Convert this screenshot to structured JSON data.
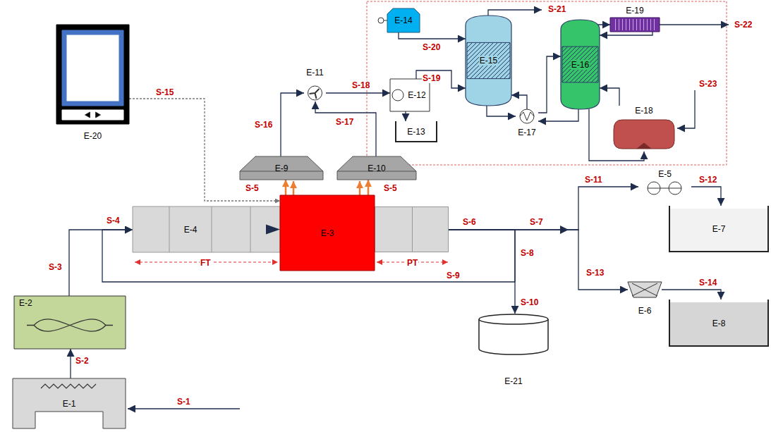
{
  "diagram": {
    "nodes": [
      {
        "text": [
          "E-20"
        ]
      },
      {
        "text": [
          "E-9"
        ]
      },
      {
        "text": [
          "E-10"
        ]
      },
      {
        "text": [
          "E-11"
        ]
      },
      {
        "text": [
          "E-12"
        ]
      },
      {
        "text": [
          "E-13"
        ]
      },
      {
        "text": [
          "E-14"
        ]
      },
      {
        "text": [
          "E-15"
        ]
      },
      {
        "text": [
          "E-17"
        ]
      },
      {
        "text": [
          "E-16"
        ]
      },
      {
        "text": [
          "E-19"
        ]
      },
      {
        "text": [
          "E-18"
        ]
      },
      {
        "text": [
          "E-5"
        ]
      },
      {
        "text": [
          "E-7"
        ]
      },
      {
        "text": [
          "E-4"
        ]
      },
      {
        "text": [
          "E-3"
        ]
      },
      {
        "text": [
          "E-21"
        ]
      },
      {
        "text": [
          "E-6"
        ]
      },
      {
        "text": [
          "E-8"
        ]
      },
      {
        "text": [
          "E-2"
        ]
      },
      {
        "text": [
          "E-1"
        ]
      }
    ],
    "edges": [
      {
        "from": 20,
        "to": 19,
        "label": "S-2",
        "arrow": "to"
      },
      {
        "from": 19,
        "to": 14,
        "label": "S-3",
        "arrow": "to"
      },
      {
        "from": 15,
        "to": 14,
        "label": "S-9",
        "arrow": "to"
      },
      {
        "from": 15,
        "to": 16,
        "label": "S-10",
        "arrow": "to"
      },
      {
        "from": 15,
        "to": 12,
        "label": "S-11",
        "arrow": "to"
      },
      {
        "from": 15,
        "to": 17,
        "label": "S-13",
        "arrow": "to"
      },
      {
        "from": 12,
        "to": 13,
        "label": "S-12",
        "arrow": "to"
      },
      {
        "from": 17,
        "to": 18,
        "label": "S-14",
        "arrow": "to"
      },
      {
        "from": 15,
        "to": 1,
        "label": "S-5",
        "arrow": "to"
      },
      {
        "from": 15,
        "to": 2,
        "label": "S-5",
        "arrow": "to"
      },
      {
        "from": 1,
        "to": 3,
        "label": "S-16",
        "arrow": "to"
      },
      {
        "from": 2,
        "to": 3,
        "label": "S-17",
        "arrow": "to"
      },
      {
        "from": 3,
        "to": 4,
        "label": "S-18",
        "arrow": "to"
      },
      {
        "from": 4,
        "to": 5,
        "arrow": "to"
      },
      {
        "from": 4,
        "to": 7,
        "label": "S-19",
        "arrow": "to"
      },
      {
        "from": 6,
        "to": 7,
        "label": "S-20",
        "arrow": "to"
      },
      {
        "from": 7,
        "to": 8,
        "arrow": "to"
      },
      {
        "from": 8,
        "to": 9,
        "arrow": "to"
      },
      {
        "from": 9,
        "to": 8,
        "arrow": "to"
      },
      {
        "from": 8,
        "to": 7,
        "arrow": "to"
      },
      {
        "from": 9,
        "to": 10,
        "arrow": "to"
      },
      {
        "from": 10,
        "to": 9,
        "arrow": "to"
      },
      {
        "from": 11,
        "to": 9,
        "arrow": "to"
      },
      {
        "from": 9,
        "to": 11,
        "arrow": "to"
      },
      {
        "from": 0,
        "to": 15,
        "label": "S-15",
        "arrow": "to"
      }
    ],
    "labels": [
      "S-1",
      "S-4",
      "S-6",
      "S-7",
      "S-8",
      "S-21",
      "S-22",
      "S-23",
      "FT",
      "PT"
    ]
  }
}
